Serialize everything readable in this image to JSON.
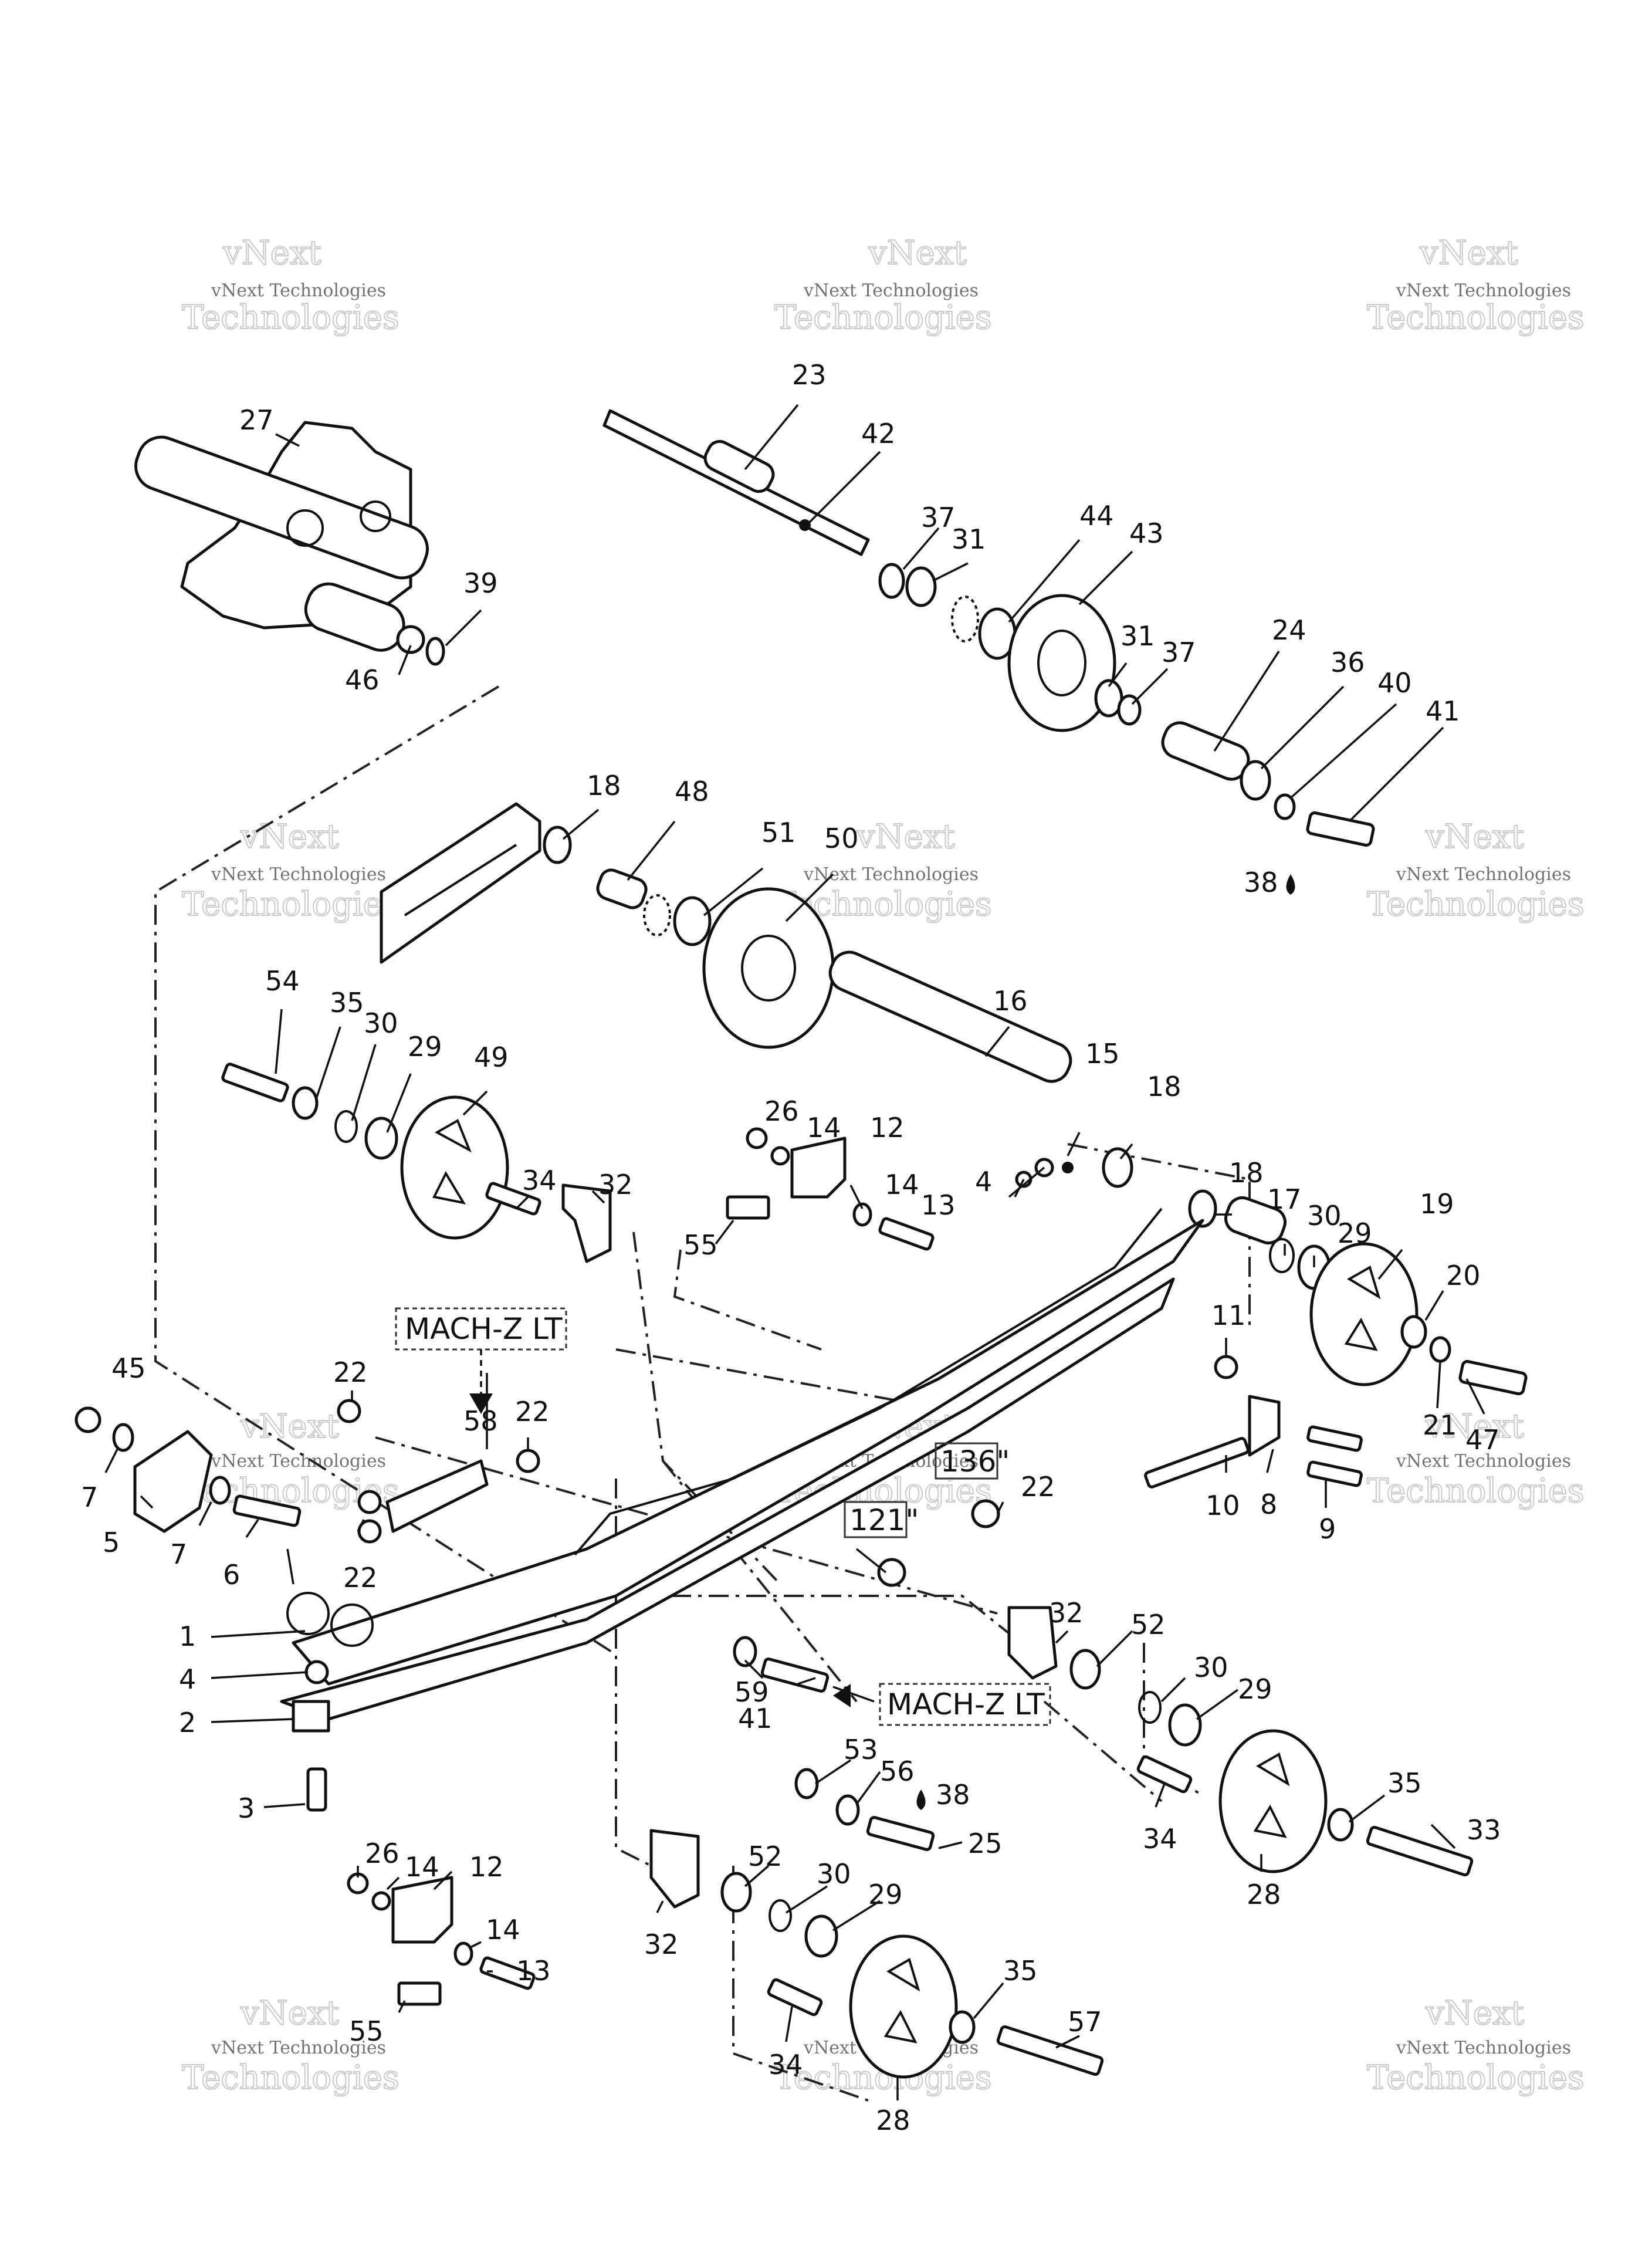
{
  "watermark": {
    "line1": "vNext",
    "line2": "vNext Technologies",
    "line3": "Technologies"
  },
  "labels": {
    "mach_z_lt": "MACH-Z LT",
    "size_136": "136\"",
    "size_121": "121\""
  },
  "callouts": [
    {
      "id": "c27",
      "text": "27"
    },
    {
      "id": "c39",
      "text": "39"
    },
    {
      "id": "c46",
      "text": "46"
    },
    {
      "id": "c23",
      "text": "23"
    },
    {
      "id": "c42",
      "text": "42"
    },
    {
      "id": "c37a",
      "text": "37"
    },
    {
      "id": "c31a",
      "text": "31"
    },
    {
      "id": "c44",
      "text": "44"
    },
    {
      "id": "c43",
      "text": "43"
    },
    {
      "id": "c31b",
      "text": "31"
    },
    {
      "id": "c37b",
      "text": "37"
    },
    {
      "id": "c24",
      "text": "24"
    },
    {
      "id": "c36",
      "text": "36"
    },
    {
      "id": "c40",
      "text": "40"
    },
    {
      "id": "c41a",
      "text": "41"
    },
    {
      "id": "c38a",
      "text": "38"
    },
    {
      "id": "c18a",
      "text": "18"
    },
    {
      "id": "c48",
      "text": "48"
    },
    {
      "id": "c51",
      "text": "51"
    },
    {
      "id": "c50",
      "text": "50"
    },
    {
      "id": "c54",
      "text": "54"
    },
    {
      "id": "c35a",
      "text": "35"
    },
    {
      "id": "c30a",
      "text": "30"
    },
    {
      "id": "c29a",
      "text": "29"
    },
    {
      "id": "c49",
      "text": "49"
    },
    {
      "id": "c16",
      "text": "16"
    },
    {
      "id": "c15",
      "text": "15"
    },
    {
      "id": "c18b",
      "text": "18"
    },
    {
      "id": "c26a",
      "text": "26"
    },
    {
      "id": "c14a",
      "text": "14"
    },
    {
      "id": "c12a",
      "text": "12"
    },
    {
      "id": "c34a",
      "text": "34"
    },
    {
      "id": "c32a",
      "text": "32"
    },
    {
      "id": "c14b",
      "text": "14"
    },
    {
      "id": "c13a",
      "text": "13"
    },
    {
      "id": "c55a",
      "text": "55"
    },
    {
      "id": "c4a",
      "text": "4"
    },
    {
      "id": "c18c",
      "text": "18"
    },
    {
      "id": "c17",
      "text": "17"
    },
    {
      "id": "c30b",
      "text": "30"
    },
    {
      "id": "c29b",
      "text": "29"
    },
    {
      "id": "c19",
      "text": "19"
    },
    {
      "id": "c20",
      "text": "20"
    },
    {
      "id": "c11",
      "text": "11"
    },
    {
      "id": "c21",
      "text": "21"
    },
    {
      "id": "c47",
      "text": "47"
    },
    {
      "id": "c45",
      "text": "45"
    },
    {
      "id": "c22a",
      "text": "22"
    },
    {
      "id": "c58",
      "text": "58"
    },
    {
      "id": "c22b",
      "text": "22"
    },
    {
      "id": "c7a",
      "text": "7"
    },
    {
      "id": "c5",
      "text": "5"
    },
    {
      "id": "c7b",
      "text": "7"
    },
    {
      "id": "c6",
      "text": "6"
    },
    {
      "id": "c22c",
      "text": "22"
    },
    {
      "id": "c10",
      "text": "10"
    },
    {
      "id": "c8",
      "text": "8"
    },
    {
      "id": "c9",
      "text": "9"
    },
    {
      "id": "c22d",
      "text": "22"
    },
    {
      "id": "c1",
      "text": "1"
    },
    {
      "id": "c4b",
      "text": "4"
    },
    {
      "id": "c2",
      "text": "2"
    },
    {
      "id": "c3",
      "text": "3"
    },
    {
      "id": "c59",
      "text": "59"
    },
    {
      "id": "c41b",
      "text": "41"
    },
    {
      "id": "c32b",
      "text": "32"
    },
    {
      "id": "c52a",
      "text": "52"
    },
    {
      "id": "c30c",
      "text": "30"
    },
    {
      "id": "c29c",
      "text": "29"
    },
    {
      "id": "c53",
      "text": "53"
    },
    {
      "id": "c56",
      "text": "56"
    },
    {
      "id": "c38b",
      "text": "38"
    },
    {
      "id": "c25",
      "text": "25"
    },
    {
      "id": "c34b",
      "text": "34"
    },
    {
      "id": "c35b",
      "text": "35"
    },
    {
      "id": "c33",
      "text": "33"
    },
    {
      "id": "c28a",
      "text": "28"
    },
    {
      "id": "c26b",
      "text": "26"
    },
    {
      "id": "c14c",
      "text": "14"
    },
    {
      "id": "c12b",
      "text": "12"
    },
    {
      "id": "c14d",
      "text": "14"
    },
    {
      "id": "c13b",
      "text": "13"
    },
    {
      "id": "c55b",
      "text": "55"
    },
    {
      "id": "c32c",
      "text": "32"
    },
    {
      "id": "c52b",
      "text": "52"
    },
    {
      "id": "c30d",
      "text": "30"
    },
    {
      "id": "c29d",
      "text": "29"
    },
    {
      "id": "c34c",
      "text": "34"
    },
    {
      "id": "c35c",
      "text": "35"
    },
    {
      "id": "c57",
      "text": "57"
    },
    {
      "id": "c28b",
      "text": "28"
    }
  ]
}
